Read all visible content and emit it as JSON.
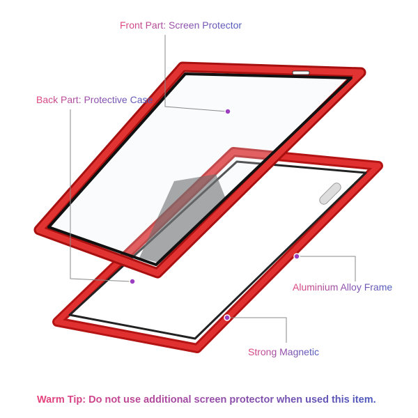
{
  "labels": {
    "front": "Front Part: Screen Protector",
    "back": "Back Part: Protective Case",
    "frame": "Aluminium Alloy Frame",
    "magnetic": "Strong Magnetic"
  },
  "warm_tip": "Warm Tip: Do not use additional screen protector when used this item.",
  "colors": {
    "frame_red": "#d41f1f",
    "leader_line": "#888888",
    "gradient_start": "#e8407a",
    "gradient_end": "#4a58bd"
  }
}
